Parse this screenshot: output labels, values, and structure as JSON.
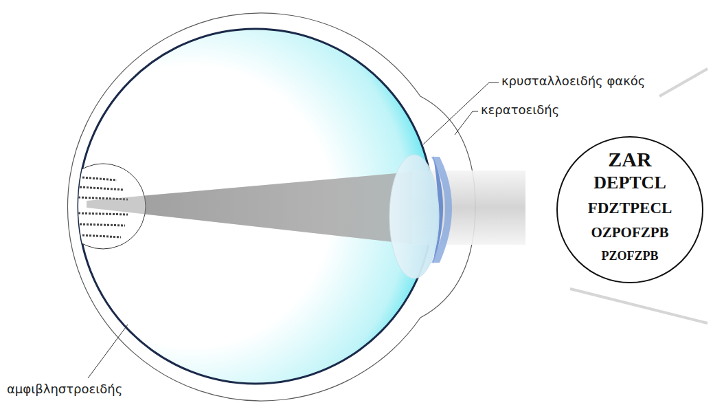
{
  "diagram": {
    "labels": [
      "κρυσταλλοειδής φακός",
      "κερατοειδής",
      "αμφιβληστροειδής",
      "ZAR",
      "DEPTCL",
      "FDZTPECL",
      "OZPOFZPB",
      "PZOFZPB"
    ]
  }
}
